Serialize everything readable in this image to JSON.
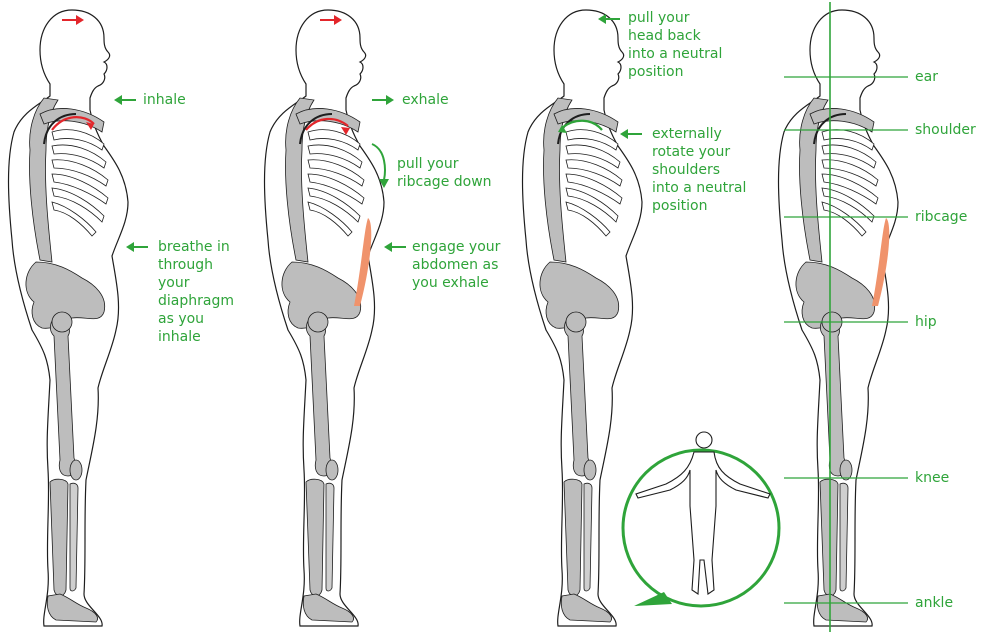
{
  "colors": {
    "accent": "#2fa43a",
    "arrow_red": "#e3262b",
    "bone": "#bdbdbd",
    "bone_dark": "#9a9a9a",
    "muscle": "#f0936c",
    "outline": "#1e1e1e"
  },
  "panel1": {
    "inhale": "inhale",
    "breathe": [
      "breathe in",
      "through",
      "your",
      "diaphragm",
      "as you",
      "inhale"
    ]
  },
  "panel2": {
    "exhale": "exhale",
    "pull_ribcage": [
      "pull your",
      "ribcage down"
    ],
    "engage": [
      "engage your",
      "abdomen as",
      "you exhale"
    ]
  },
  "panel3": {
    "head": [
      "pull your",
      "head back",
      "into a neutral",
      "position"
    ],
    "shoulders": [
      "externally",
      "rotate your",
      "shoulders",
      "into a neutral",
      "position"
    ]
  },
  "panel4": {
    "landmarks": [
      "ear",
      "shoulder",
      "ribcage",
      "hip",
      "knee",
      "ankle"
    ]
  },
  "icons": [
    "red-right-arrow-icon",
    "green-left-arrow-icon",
    "green-right-arrow-icon",
    "curved-arrow-icon",
    "standing-man-icon"
  ]
}
